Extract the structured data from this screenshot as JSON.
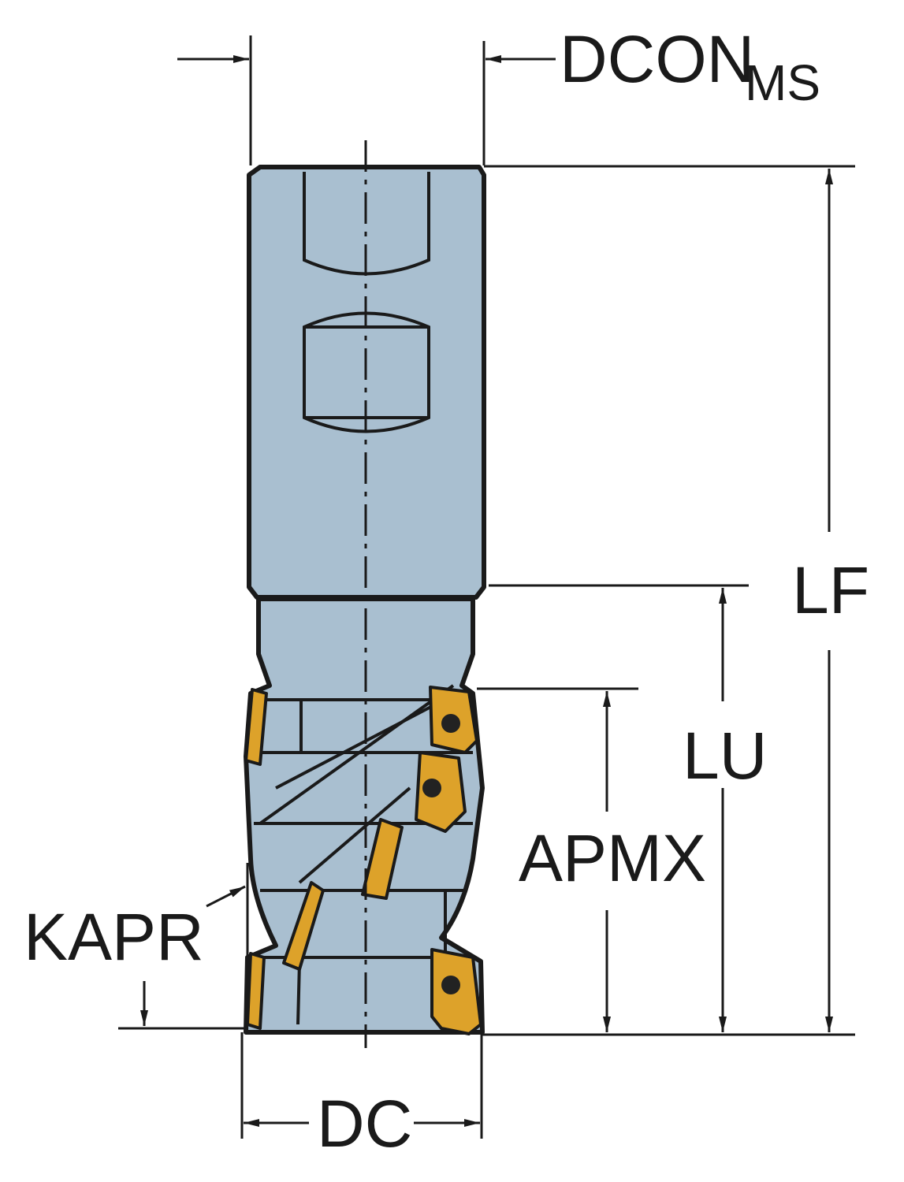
{
  "labels": {
    "dcon": "DCON",
    "dcon_sub": "MS",
    "lf": "LF",
    "lu": "LU",
    "apmx": "APMX",
    "kapr": "KAPR",
    "dc": "DC"
  },
  "colors": {
    "body": "#a9bfd0",
    "insert": "#dda22a",
    "line": "#1a1a1a"
  }
}
